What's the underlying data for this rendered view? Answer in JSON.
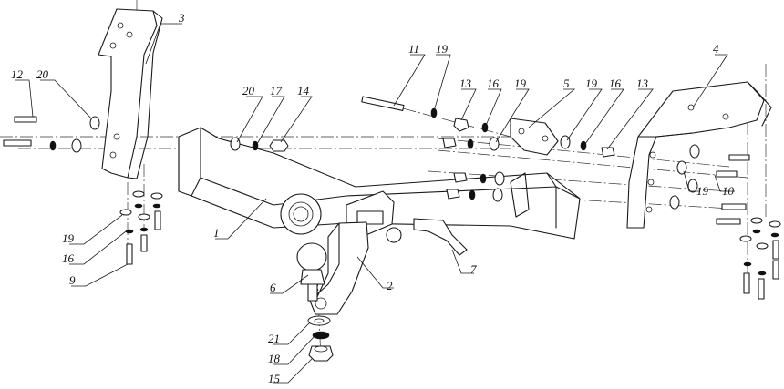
{
  "callouts": [
    {
      "id": "c1",
      "label": "1"
    },
    {
      "id": "c2",
      "label": "2"
    },
    {
      "id": "c3",
      "label": "3"
    },
    {
      "id": "c4",
      "label": "4"
    },
    {
      "id": "c5",
      "label": "5"
    },
    {
      "id": "c6",
      "label": "6"
    },
    {
      "id": "c7",
      "label": "7"
    },
    {
      "id": "c9",
      "label": "9"
    },
    {
      "id": "c10",
      "label": "10"
    },
    {
      "id": "c11",
      "label": "11"
    },
    {
      "id": "c12",
      "label": "12"
    },
    {
      "id": "c13a",
      "label": "13"
    },
    {
      "id": "c13b",
      "label": "13"
    },
    {
      "id": "c14",
      "label": "14"
    },
    {
      "id": "c15",
      "label": "15"
    },
    {
      "id": "c16a",
      "label": "16"
    },
    {
      "id": "c16b",
      "label": "16"
    },
    {
      "id": "c16c",
      "label": "16"
    },
    {
      "id": "c17",
      "label": "17"
    },
    {
      "id": "c18",
      "label": "18"
    },
    {
      "id": "c19a",
      "label": "19"
    },
    {
      "id": "c19b",
      "label": "19"
    },
    {
      "id": "c19c",
      "label": "19"
    },
    {
      "id": "c19d",
      "label": "19"
    },
    {
      "id": "c19e",
      "label": "19"
    },
    {
      "id": "c20a",
      "label": "20"
    },
    {
      "id": "c20b",
      "label": "20"
    },
    {
      "id": "c21",
      "label": "21"
    }
  ]
}
